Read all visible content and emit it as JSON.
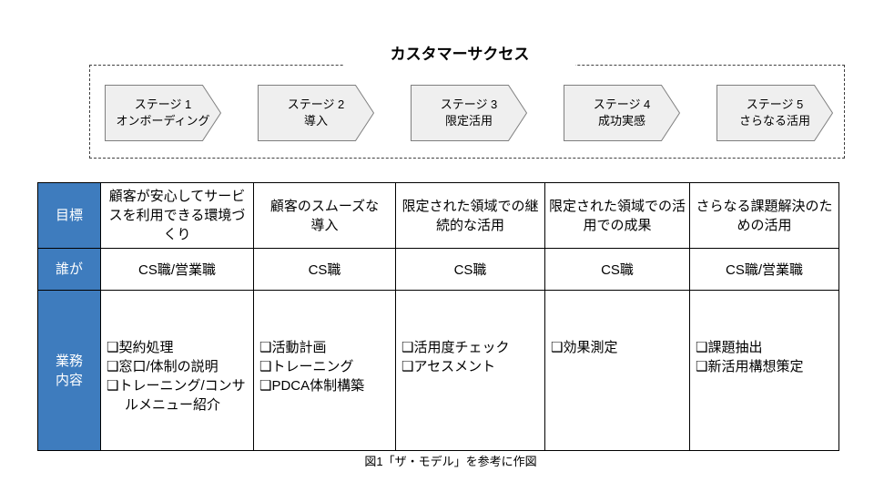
{
  "title": "カスタマーサクセス",
  "stages": [
    {
      "line1": "ステージ 1",
      "line2": "オンボーディング"
    },
    {
      "line1": "ステージ 2",
      "line2": "導入"
    },
    {
      "line1": "ステージ 3",
      "line2": "限定活用"
    },
    {
      "line1": "ステージ 4",
      "line2": "成功実感"
    },
    {
      "line1": "ステージ 5",
      "line2": "さらなる活用"
    }
  ],
  "table": {
    "row_headers": [
      "目標",
      "誰が",
      "業務\n内容"
    ],
    "goals": [
      "顧客が安心してサービ\nスを利用できる環境づ\nくり",
      "顧客のスムーズな\n導入",
      "限定された領域での継\n続的な活用",
      "限定された領域での活\n用での成果",
      "さらなる課題解決のた\nめの活用"
    ],
    "who": [
      "CS職/営業職",
      "CS職",
      "CS職",
      "CS職",
      "CS職/営業職"
    ],
    "tasks": [
      [
        "❑契約処理",
        "❑窓口/体制の説明",
        "❑トレーニング/コンサルメニュー紹介"
      ],
      [
        "❑活動計画",
        "❑トレーニング",
        "❑PDCA体制構築"
      ],
      [
        "❑活用度チェック",
        "❑アセスメント"
      ],
      [
        "❑効果測定"
      ],
      [
        "❑課題抽出",
        "❑新活用構想策定"
      ]
    ]
  },
  "caption": "図1「ザ・モデル」を参考に作図",
  "colors": {
    "header_blue": "#3e7cbe",
    "arrow_fill": "#efefef",
    "arrow_border": "#7f7f7f"
  }
}
